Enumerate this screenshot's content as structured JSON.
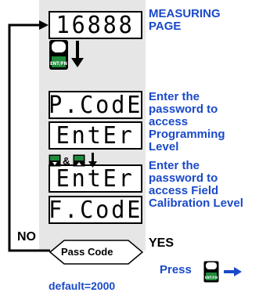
{
  "displays": {
    "measuring": "16888",
    "pcode": "P.CodE",
    "enter1": "EntEr",
    "enter2": "EntEr",
    "fcode": "F.CodE"
  },
  "labels": {
    "measuring_page": "MEASURING\nPAGE",
    "programming": "Enter the\npassword to\naccess\nProgramming\nLevel",
    "field_cal": "Enter the\npassword to\naccess Field\nCalibration Level"
  },
  "keys": {
    "enter_fn": "ENT/FN",
    "amp": "&",
    "enter_small": "ENT/FN"
  },
  "decision": {
    "text": "Pass Code",
    "no": "NO",
    "yes": "YES"
  },
  "footer": {
    "press": "Press",
    "default": "default=2000"
  },
  "colors": {
    "label_blue": "#1a4ac9",
    "key_green": "#1f8a3a",
    "panel_gray": "#e6e6e6"
  },
  "icons": [
    "enter-fn-key-icon",
    "down-arrow-icon",
    "down-key-icon",
    "up-key-icon",
    "right-arrow-icon"
  ]
}
